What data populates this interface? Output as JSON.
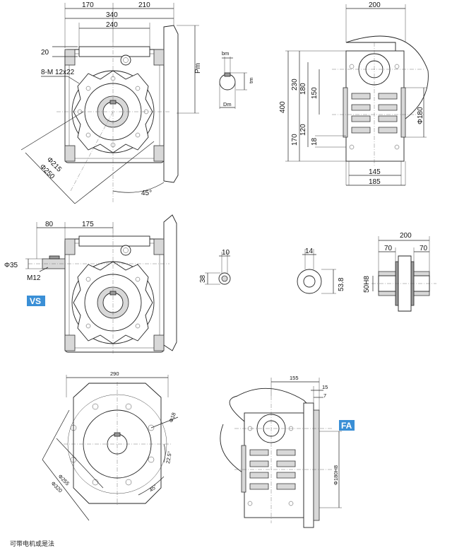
{
  "view1": {
    "dim_170": "170",
    "dim_210": "210",
    "dim_340": "340",
    "dim_240": "240",
    "dim_20": "20",
    "bolt_spec": "8-M 12x22",
    "pm": "Pm",
    "d215": "Φ215",
    "d250": "Φ250",
    "angle": "45°"
  },
  "shaft1": {
    "bm": "bm",
    "tm": "tm",
    "dm": "Dm"
  },
  "side1": {
    "dim_200": "200",
    "dim_400": "400",
    "dim_230": "230",
    "dim_180": "180",
    "dim_150": "150",
    "dim_120": "120",
    "dim_170": "170",
    "dim_18": "18",
    "dim_phi180": "Φ180",
    "dim_145": "145",
    "dim_185": "185"
  },
  "view2": {
    "dim_80": "80",
    "dim_175": "175",
    "dim_phi35": "Φ35",
    "m12": "M12",
    "badge": "VS"
  },
  "key2": {
    "dim_10": "10",
    "dim_38": "38"
  },
  "bore2": {
    "dim_14": "14",
    "dim_53_8": "53.8"
  },
  "hollow": {
    "dim_200": "200",
    "dim_70a": "70",
    "dim_70b": "70",
    "dim_50h8": "50H8"
  },
  "flange": {
    "dim_290": "290",
    "d18": "Φ18",
    "angle22": "22.5°",
    "angle45": "45°",
    "d255": "Φ255",
    "d320": "Φ320"
  },
  "fa": {
    "dim_155": "155",
    "dim_15": "15",
    "dim_7": "7",
    "d180h8": "Φ180H8",
    "badge": "FA"
  },
  "footer": "可带电机或是法"
}
